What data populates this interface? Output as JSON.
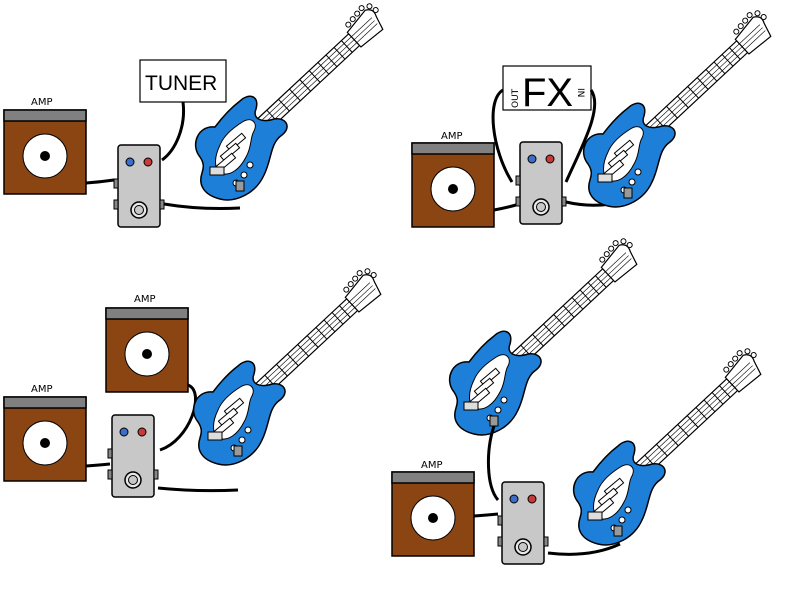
{
  "labels": {
    "amp": "AMP",
    "tuner": "TUNER",
    "fx": "FX",
    "fx_out": "OUT",
    "fx_in": "IN"
  },
  "colors": {
    "amp_body": "#8B4513",
    "amp_top": "#808080",
    "guitar_body": "#1E7FD8",
    "pickguard": "#FFFFFF",
    "pedal_body": "#C8C8C8",
    "cable": "#000000",
    "led_blue": "#3A6EC8",
    "led_red": "#C83A3A"
  }
}
